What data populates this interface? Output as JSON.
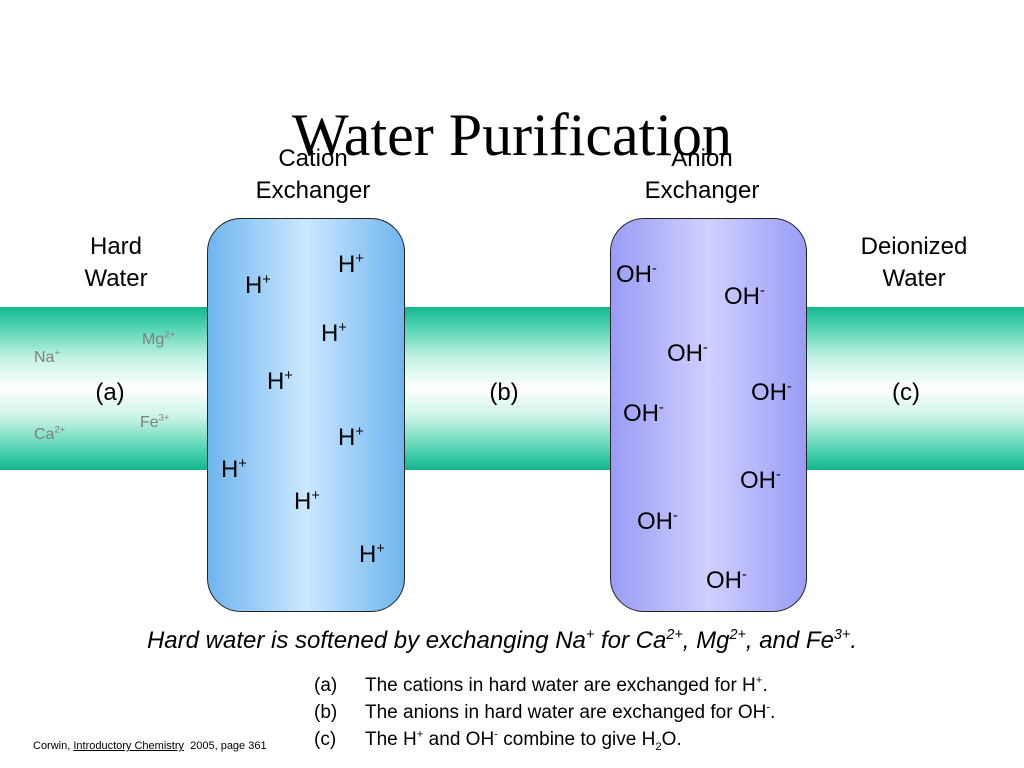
{
  "title": "Water Purification",
  "labels": {
    "cation_exchanger": [
      "Cation",
      "Exchanger"
    ],
    "anion_exchanger": [
      "Anion",
      "Exchanger"
    ],
    "hard_water": [
      "Hard",
      "Water"
    ],
    "deionized_water": [
      "Deionized",
      "Water"
    ],
    "a": "(a)",
    "b": "(b)",
    "c": "(c)"
  },
  "hard_water_ions": [
    {
      "base": "Na",
      "charge": "+"
    },
    {
      "base": "Mg",
      "charge": "2+"
    },
    {
      "base": "Ca",
      "charge": "2+"
    },
    {
      "base": "Fe",
      "charge": "3+"
    }
  ],
  "cation_ions": {
    "base": "H",
    "charge": "+"
  },
  "anion_ions": {
    "base": "OH",
    "charge": "-"
  },
  "caption": {
    "t1": "Hard water is softened by exchanging Na",
    "s1": "+",
    "t2": " for Ca",
    "s2": "2+",
    "t3": ", Mg",
    "s3": "2+",
    "t4": ", and Fe",
    "s4": "3+",
    "t5": "."
  },
  "notes": [
    {
      "letter": "(a)",
      "t1": "The cations in hard water are exchanged for H",
      "s1": "+",
      "t2": ".",
      "s2": "",
      "t3": "",
      "sub": "",
      "t4": ""
    },
    {
      "letter": "(b)",
      "t1": "The anions in hard water are exchanged for OH",
      "s1": "-",
      "t2": ".",
      "s2": "",
      "t3": "",
      "sub": "",
      "t4": ""
    },
    {
      "letter": "(c)",
      "t1": "The H",
      "s1": "+",
      "t2": " and OH",
      "s2": "-",
      "t3": " combine to give H",
      "sub": "2",
      "t4": "O."
    }
  ],
  "citation": {
    "author": "Corwin, ",
    "book": "Introductory Chemistry",
    "rest": "  2005, page 361"
  },
  "colors": {
    "pipe_edge": "#12b68e",
    "cation_resin": "#6fb5ee",
    "anion_resin": "#9a9cf5",
    "dissolved_ion_text": "#7f7f7f"
  }
}
